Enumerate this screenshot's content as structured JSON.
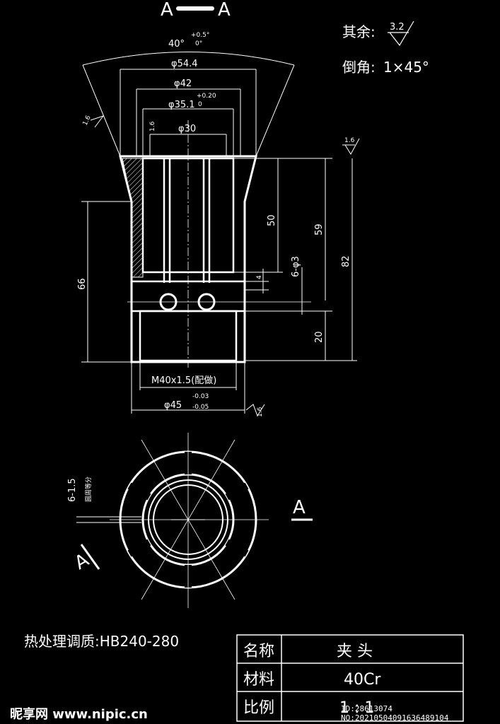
{
  "section": {
    "left": "A",
    "right": "A",
    "title": "A—A"
  },
  "notes": {
    "rest_label": "其余:",
    "rest_value": "3.2",
    "chamfer_label": "倒角:",
    "chamfer_value": "1×45°",
    "heat_treatment": "热处理调质:HB240-280"
  },
  "dims": {
    "angle_40": "40°",
    "angle_tol_upper": "+0.5°",
    "angle_tol_lower": "0°",
    "d54": "φ54.4",
    "d42": "φ42",
    "d35": "φ35.1",
    "d35_tol_upper": "+0.20",
    "d35_tol_lower": "0",
    "d30": "φ30",
    "rough_16_a": "1.6",
    "rough_16_b": "1.6",
    "rough_16_c": "1.6",
    "rough_16_d": "1.6",
    "d50": "50",
    "d59": "59",
    "d82": "82",
    "d66": "66",
    "d4": "4",
    "holes": "6-φ3",
    "d20": "20",
    "thread": "M40x1.5(配做)",
    "d45": "φ45",
    "d45_tol_upper": "-0.03",
    "d45_tol_lower": "-0.05",
    "slots": "6-1.5",
    "slots_note": "圆周等分"
  },
  "title_block": {
    "rows": [
      {
        "label": "名称",
        "value": "夹 头"
      },
      {
        "label": "材料",
        "value": "40Cr"
      },
      {
        "label": "比例",
        "value": "1 : 1"
      }
    ]
  },
  "watermark": {
    "site": "昵享网 www.nipic.cn",
    "id": "ID:28613074 NO:20210504091636489104"
  }
}
